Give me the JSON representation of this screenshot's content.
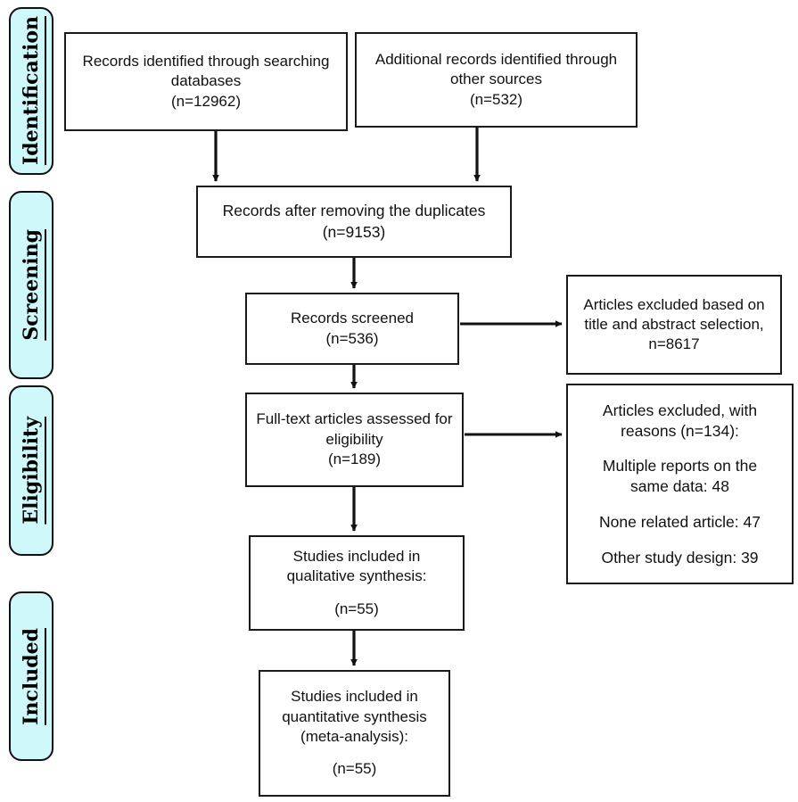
{
  "diagram": {
    "title": "PRISMA study selection flow diagram",
    "type": "flowchart",
    "colors": {
      "phase_fill": "#CFF8FB",
      "phase_border": "#111111",
      "node_border": "#1a1a1a",
      "node_fill": "#ffffff",
      "connector": "#111111",
      "background": "#ffffff"
    }
  },
  "phases": [
    {
      "label": "Identification"
    },
    {
      "label": "Screening"
    },
    {
      "label": "Eligibility"
    },
    {
      "label": "Included"
    }
  ],
  "nodes": {
    "records_databases": {
      "lines": [
        "Records identified through searching",
        "databases",
        "(n=12962)"
      ],
      "count": 12962
    },
    "records_other": {
      "lines": [
        "Additional records identified through",
        "other sources",
        "(n=532)"
      ],
      "count": 532
    },
    "after_duplicates": {
      "lines": [
        "Records after removing the duplicates",
        "(n=9153)"
      ],
      "count": 9153
    },
    "records_screened": {
      "lines": [
        "Records screened",
        "(n=536)"
      ],
      "count": 536
    },
    "excluded_title_abstract": {
      "lines": [
        "Articles excluded based on",
        "title and abstract selection,",
        "n=8617"
      ],
      "count": 8617
    },
    "fulltext_assessed": {
      "lines": [
        "Full-text articles assessed for",
        "eligibility",
        "(n=189)"
      ],
      "count": 189
    },
    "excluded_with_reasons": {
      "lines": [
        "Articles excluded, with",
        "reasons (n=134):",
        "Multiple reports on the",
        "same data: 48",
        "None related article: 47",
        "Other study design: 39"
      ],
      "total": 134,
      "reasons": [
        {
          "label": "Multiple reports on the same data",
          "value": 48
        },
        {
          "label": "None related article",
          "value": 47
        },
        {
          "label": "Other study design",
          "value": 39
        }
      ]
    },
    "qualitative": {
      "lines": [
        "Studies included in",
        "qualitative synthesis:",
        "(n=55)"
      ],
      "count": 55
    },
    "quantitative": {
      "lines": [
        "Studies included in",
        "quantitative synthesis",
        "(meta-analysis):",
        "(n=55)"
      ],
      "count": 55
    }
  }
}
